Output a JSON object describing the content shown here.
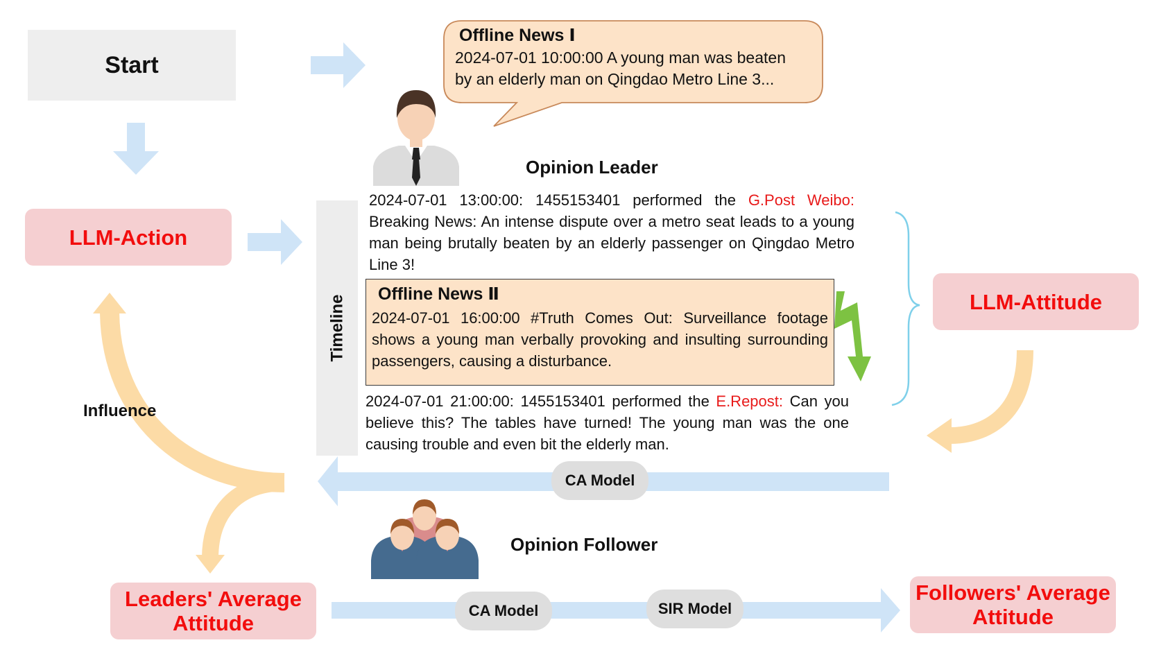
{
  "start_label": "Start",
  "llm_action_label": "LLM-Action",
  "llm_attitude_label": "LLM-Attitude",
  "leaders_avg": {
    "line1": "Leaders' Average",
    "line2": "Attitude"
  },
  "followers_avg": {
    "line1": "Followers' Average",
    "line2": "Attitude"
  },
  "offline_news_1": {
    "title": "Offline News Ⅰ",
    "line1": "2024-07-01 10:00:00 A young man was beaten",
    "line2": "by an elderly man on Qingdao Metro Line 3..."
  },
  "opinion_leader_label": "Opinion Leader",
  "opinion_follower_label": "Opinion Follower",
  "timeline_label": "Timeline",
  "post1": {
    "prefix": "2024-07-01 13:00:00: 1455153401 performed the ",
    "action": "G.Post Weibo:",
    "text": " Breaking News: An intense dispute over a metro seat leads to a young man being brutally beaten by an elderly passenger on Qingdao Metro Line 3!"
  },
  "offline_news_2": {
    "title": "Offline News Ⅱ",
    "text": "2024-07-01 16:00:00 #Truth Comes Out: Surveillance footage shows a young man verbally provoking and insulting surrounding passengers, causing a disturbance."
  },
  "post2": {
    "prefix": "2024-07-01 21:00:00: 1455153401 performed the ",
    "action": "E.Repost:",
    "text": " Can you believe this? The tables have turned! The young man was the one causing trouble and even bit the elderly man."
  },
  "ca_model_label": "CA Model",
  "sir_model_label": "SIR Model",
  "influence_label": "Influence",
  "colors": {
    "blue_arrow": "#cfe4f7",
    "orange_arrow": "#fcdba6",
    "pink_box": "#f5cfd1",
    "red_text": "#f20d0d",
    "green_arrow": "#7dc242",
    "news_fill": "#fde3c8"
  }
}
